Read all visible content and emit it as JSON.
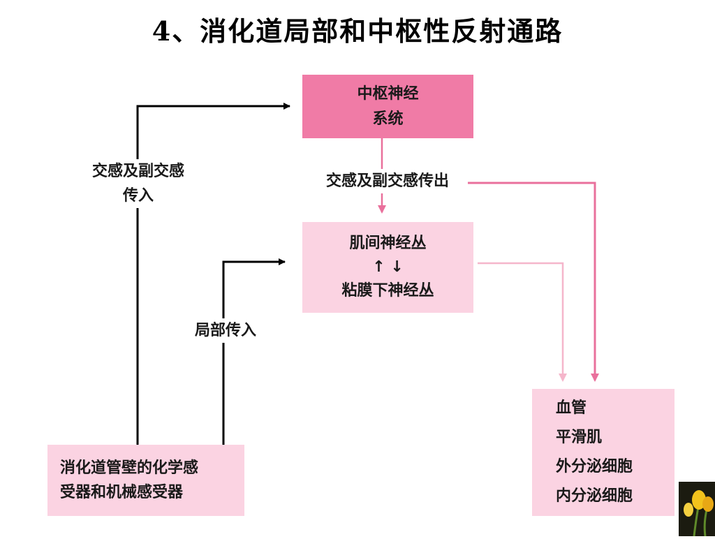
{
  "title": "4、消化道局部和中枢性反射通路",
  "nodes": {
    "cns": {
      "lines": [
        "中枢神经",
        "系统"
      ]
    },
    "plexus": {
      "lines": [
        "肌间神经丛",
        "↑  ↓",
        "粘膜下神经丛"
      ]
    },
    "receptor": {
      "lines": [
        "消化道管壁的化学感",
        "受器和机械感受器"
      ]
    },
    "effector": {
      "lines": [
        "血管",
        "平滑肌",
        "外分泌细胞",
        "内分泌细胞"
      ]
    }
  },
  "edges": {
    "afferent": {
      "lines": [
        "交感及副交感",
        "传入"
      ]
    },
    "local": {
      "label": "局部传入"
    },
    "efferent": {
      "label": "交感及副交感传出"
    }
  },
  "colors": {
    "cns_fill": "#f07ba6",
    "light_fill": "#fbd3e2",
    "black_arrow": "#000000",
    "pink_arrow": "#e9709c",
    "light_pink_arrow": "#f5b6cb"
  }
}
